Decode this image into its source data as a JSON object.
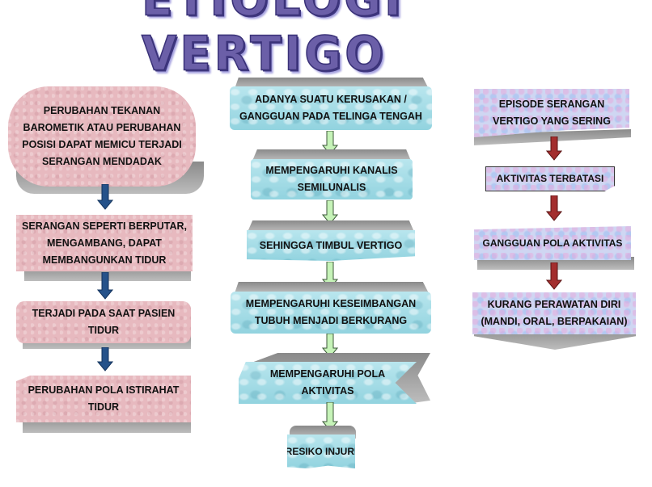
{
  "title": "ETIOLOGI VERTIGO",
  "colors": {
    "title": "#6b5fa8",
    "left_boxes": "#e7b9bf",
    "middle_boxes": "#a9dfe9",
    "right_boxes": "#cfd6f2",
    "left_arrows": "#25528a",
    "middle_arrows": "#c6f3b8",
    "right_arrows": "#a32e2e",
    "shadow": "#9a9a9a"
  },
  "left_column": [
    {
      "text": "PERUBAHAN TEKANAN BAROMETIK ATAU PERUBAHAN POSISI DAPAT MEMICU TERJADI SERANGAN MENDADAK"
    },
    {
      "text": "SERANGAN SEPERTI BERPUTAR, MENGAMBANG, DAPAT MEMBANGUNKAN TIDUR"
    },
    {
      "text": "TERJADI PADA SAAT PASIEN TIDUR"
    },
    {
      "text": "PERUBAHAN POLA ISTIRAHAT TIDUR"
    }
  ],
  "middle_column": [
    {
      "text": "ADANYA SUATU KERUSAKAN / GANGGUAN PADA TELINGA TENGAH"
    },
    {
      "text": "MEMPENGARUHI KANALIS SEMILUNALIS"
    },
    {
      "text": "SEHINGGA TIMBUL VERTIGO"
    },
    {
      "text": "MEMPENGARUHI KESEIMBANGAN TUBUH MENJADI BERKURANG"
    },
    {
      "text": "MEMPENGARUHI POLA AKTIVITAS"
    },
    {
      "text": "RESIKO INJURI"
    }
  ],
  "right_column": [
    {
      "text": "EPISODE SERANGAN VERTIGO YANG SERING"
    },
    {
      "text": "AKTIVITAS TERBATASI"
    },
    {
      "text": "GANGGUAN POLA AKTIVITAS"
    },
    {
      "text": "KURANG PERAWATAN DIRI (MANDI, ORAL, BERPAKAIAN)"
    }
  ]
}
